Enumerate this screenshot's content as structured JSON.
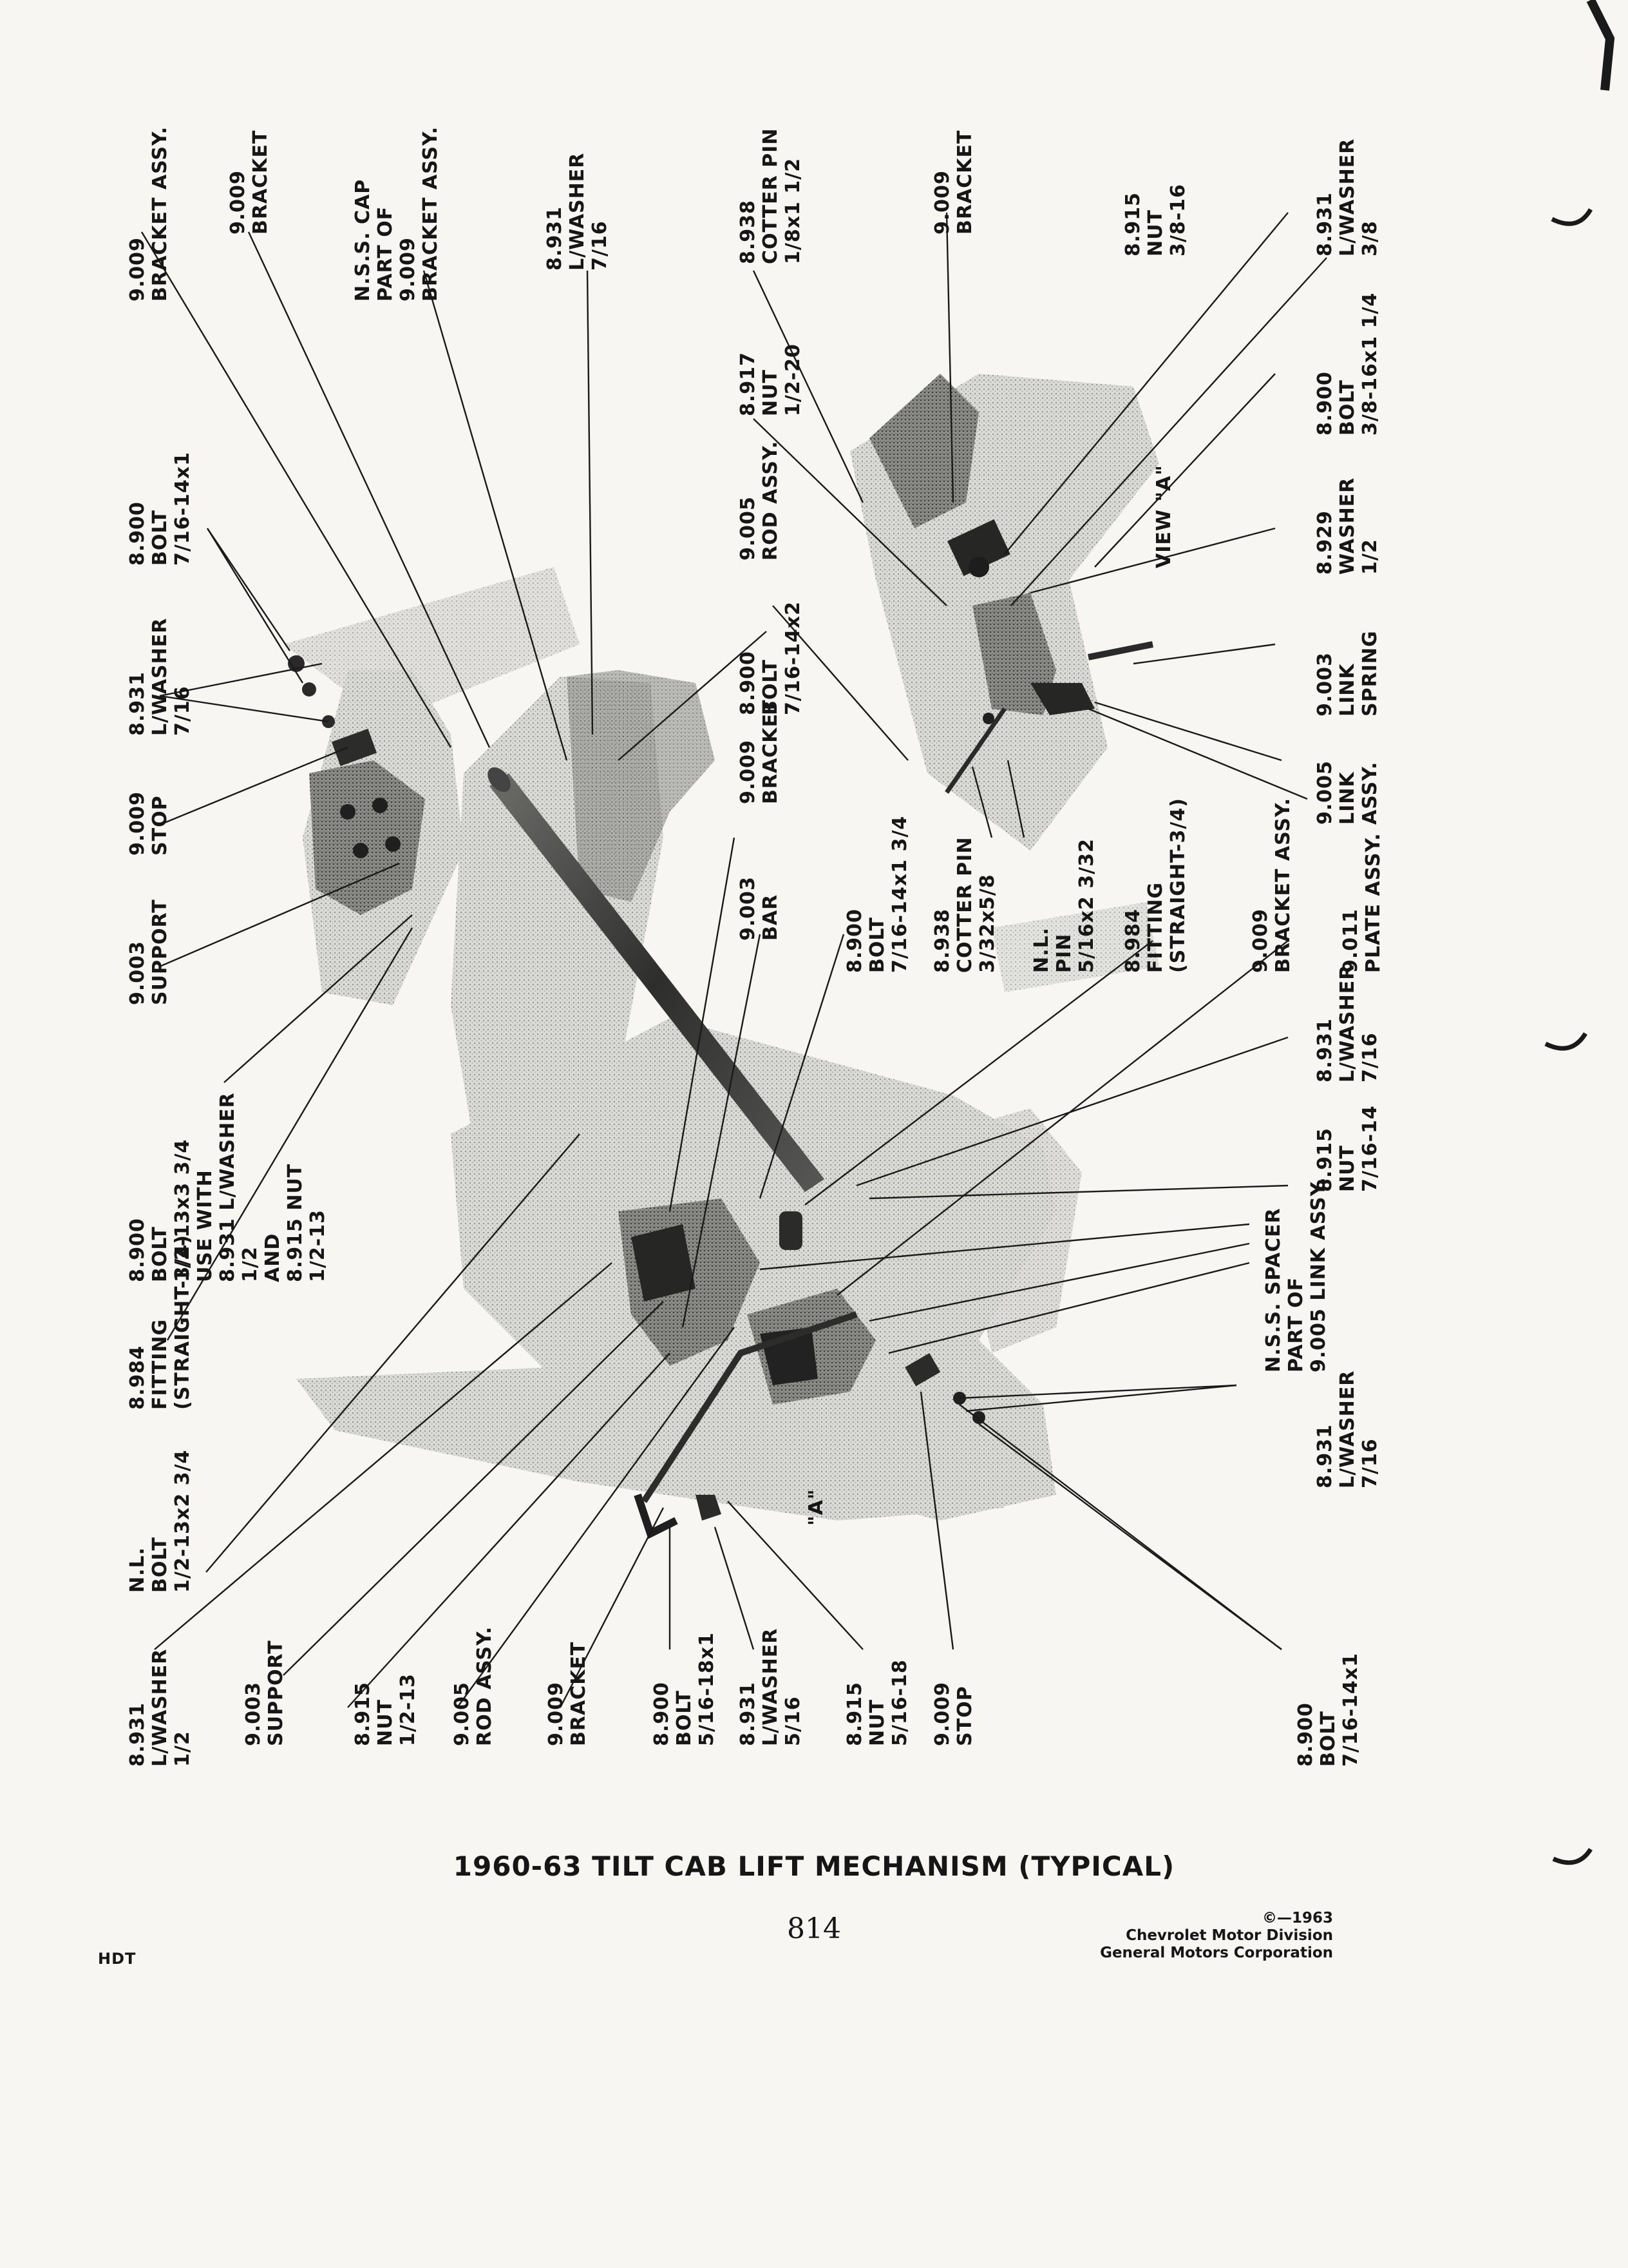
{
  "title": "1960-63 TILT CAB LIFT MECHANISM (TYPICAL)",
  "page_number": "814",
  "doc_code": "HDT",
  "copyright": [
    "©—1963",
    "Chevrolet Motor Division",
    "General Motors Corporation"
  ],
  "view_labels": {
    "view_a": "VIEW \"A\"",
    "marker_a": "\"A\""
  },
  "callouts": [
    {
      "id": "c01",
      "lines": [
        "9.009",
        "BRACKET ASSY."
      ]
    },
    {
      "id": "c02",
      "lines": [
        "9.009",
        "BRACKET"
      ]
    },
    {
      "id": "c03",
      "lines": [
        "N.S.S. CAP",
        "PART OF",
        "9.009",
        "BRACKET ASSY."
      ]
    },
    {
      "id": "c04",
      "lines": [
        "8.931",
        "L/WASHER",
        "7/16"
      ]
    },
    {
      "id": "c05",
      "lines": [
        "8.938",
        "COTTER PIN",
        "1/8x1 1/2"
      ]
    },
    {
      "id": "c06",
      "lines": [
        "9.009",
        "BRACKET"
      ]
    },
    {
      "id": "c07",
      "lines": [
        "8.915",
        "NUT",
        "3/8-16"
      ]
    },
    {
      "id": "c08",
      "lines": [
        "8.931",
        "L/WASHER",
        "3/8"
      ]
    },
    {
      "id": "c09",
      "lines": [
        "8.900",
        "BOLT",
        "7/16-14x1"
      ]
    },
    {
      "id": "c10",
      "lines": [
        "8.917",
        "NUT",
        "1/2-20"
      ]
    },
    {
      "id": "c11",
      "lines": [
        "9.005",
        "ROD ASSY."
      ]
    },
    {
      "id": "c12",
      "lines": [
        "8.900",
        "BOLT",
        "3/8-16x1 1/4"
      ]
    },
    {
      "id": "c13",
      "lines": [
        "8.929",
        "WASHER",
        "1/2"
      ]
    },
    {
      "id": "c14",
      "lines": [
        "8.931",
        "L/WASHER",
        "7/16"
      ]
    },
    {
      "id": "c15",
      "lines": [
        "8.900",
        "BOLT",
        "7/16-14x2"
      ]
    },
    {
      "id": "c16",
      "lines": [
        "9.003",
        "LINK",
        "SPRING"
      ]
    },
    {
      "id": "c17",
      "lines": [
        "9.005",
        "LINK",
        "ASSY."
      ]
    },
    {
      "id": "c18",
      "lines": [
        "9.009",
        "STOP"
      ]
    },
    {
      "id": "c19",
      "lines": [
        "9.009",
        "BRACKET"
      ]
    },
    {
      "id": "c20",
      "lines": [
        "9.003",
        "SUPPORT"
      ]
    },
    {
      "id": "c21",
      "lines": [
        "9.003",
        "BAR"
      ]
    },
    {
      "id": "c22",
      "lines": [
        "8.900",
        "BOLT",
        "7/16-14x1 3/4"
      ]
    },
    {
      "id": "c23",
      "lines": [
        "8.938",
        "COTTER PIN",
        "3/32x5/8"
      ]
    },
    {
      "id": "c24",
      "lines": [
        "N.L.",
        "PIN",
        "5/16x2 3/32"
      ]
    },
    {
      "id": "c25",
      "lines": [
        "8.984",
        "FITTING",
        "(STRAIGHT-3/4)"
      ]
    },
    {
      "id": "c26",
      "lines": [
        "9.009",
        "BRACKET ASSY."
      ]
    },
    {
      "id": "c27",
      "lines": [
        "9.011",
        "PLATE ASSY."
      ]
    },
    {
      "id": "c28",
      "lines": [
        "8.900",
        "BOLT",
        "1/2-13x3 3/4",
        "USE WITH",
        "8.931 L/WASHER",
        "1/2",
        "AND",
        "8.915 NUT",
        "1/2-13"
      ]
    },
    {
      "id": "c29",
      "lines": [
        "8.931",
        "L/WASHER",
        "7/16"
      ]
    },
    {
      "id": "c30",
      "lines": [
        "8.915",
        "NUT",
        "7/16-14"
      ]
    },
    {
      "id": "c31",
      "lines": [
        "8.984",
        "FITTING",
        "(STRAIGHT-3/4)"
      ]
    },
    {
      "id": "c32",
      "lines": [
        "N.S.S. SPACER",
        "PART OF",
        "9.005 LINK ASSY."
      ]
    },
    {
      "id": "c33",
      "lines": [
        "8.931",
        "L/WASHER",
        "7/16"
      ]
    },
    {
      "id": "c34",
      "lines": [
        "N.L.",
        "BOLT",
        "1/2-13x2 3/4"
      ]
    },
    {
      "id": "c35",
      "lines": [
        "8.931",
        "L/WASHER",
        "1/2"
      ]
    },
    {
      "id": "c36",
      "lines": [
        "9.003",
        "SUPPORT"
      ]
    },
    {
      "id": "c37",
      "lines": [
        "8.915",
        "NUT",
        "1/2-13"
      ]
    },
    {
      "id": "c38",
      "lines": [
        "9.005",
        "ROD ASSY."
      ]
    },
    {
      "id": "c39",
      "lines": [
        "9.009",
        "BRACKET"
      ]
    },
    {
      "id": "c40",
      "lines": [
        "8.900",
        "BOLT",
        "5/16-18x1"
      ]
    },
    {
      "id": "c41",
      "lines": [
        "8.931",
        "L/WASHER",
        "5/16"
      ]
    },
    {
      "id": "c42",
      "lines": [
        "8.915",
        "NUT",
        "5/16-18"
      ]
    },
    {
      "id": "c43",
      "lines": [
        "9.009",
        "STOP"
      ]
    },
    {
      "id": "c44",
      "lines": [
        "8.900",
        "BOLT",
        "7/16-14x1"
      ]
    }
  ]
}
